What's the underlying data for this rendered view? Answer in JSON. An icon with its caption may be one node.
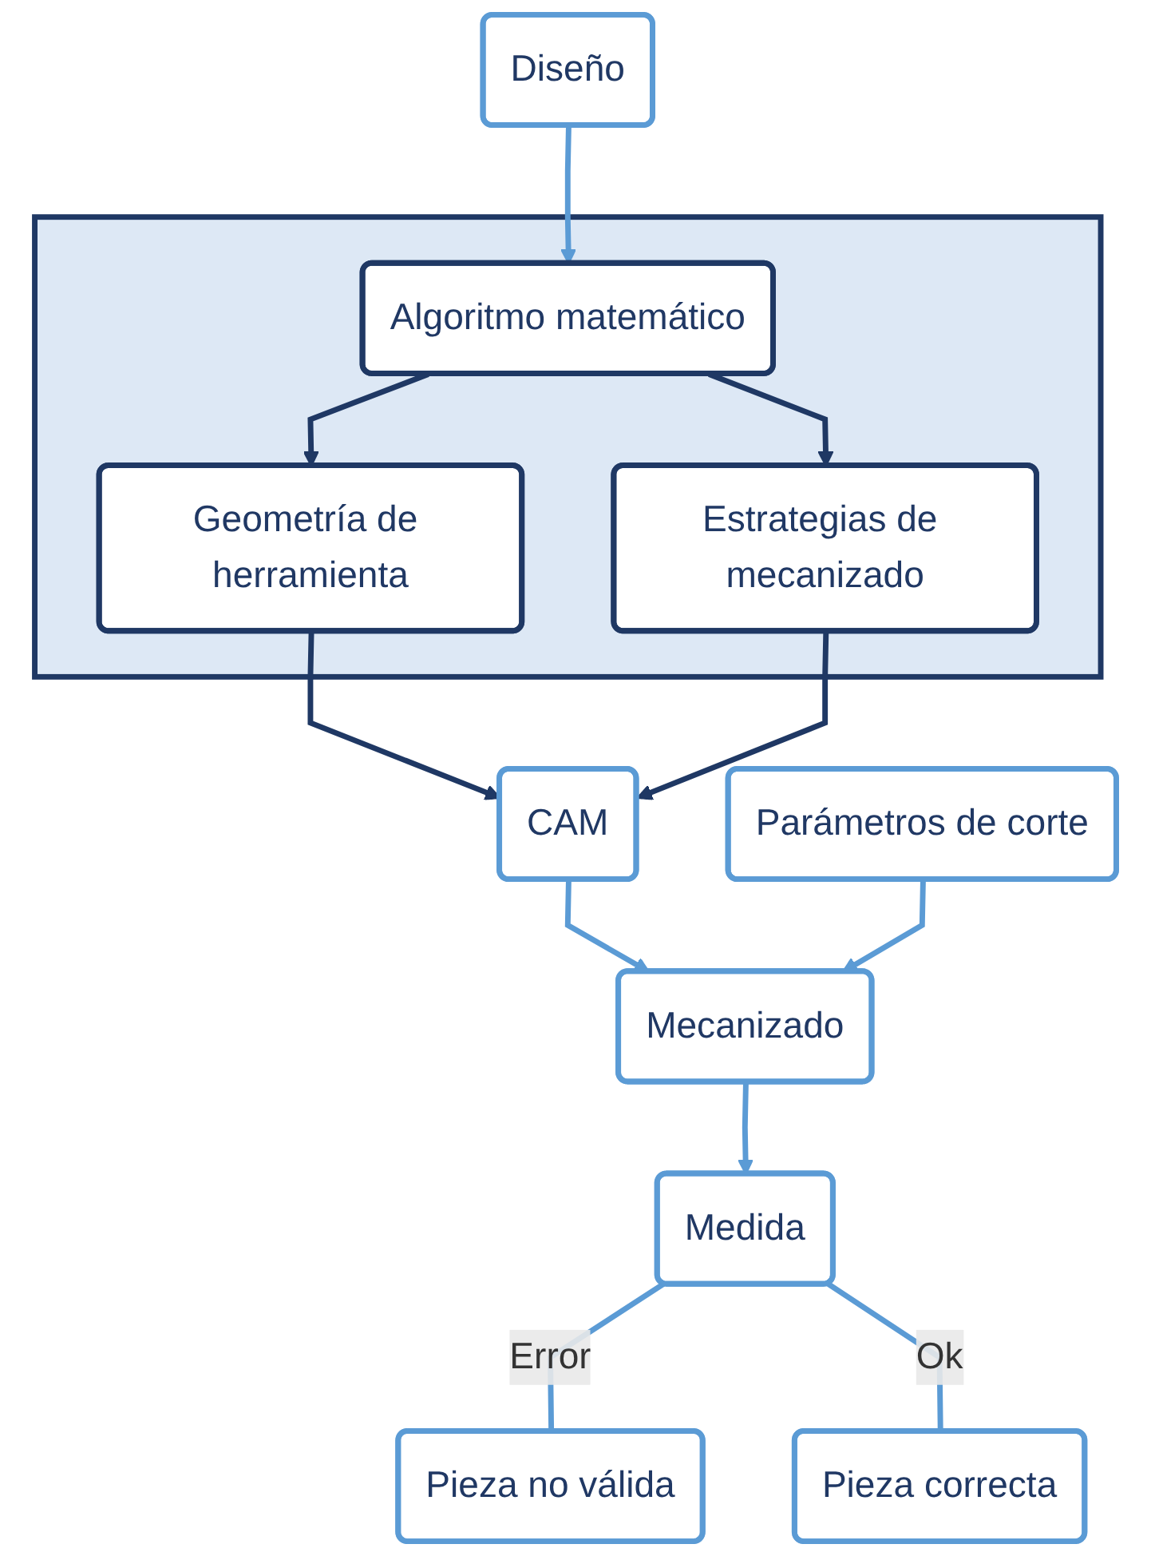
{
  "diagram": {
    "nodes": [
      {
        "text": [
          "Diseño"
        ]
      },
      {
        "text": [],
        "shape": "box"
      },
      {
        "text": [
          "Algoritmo matemático"
        ],
        "in": 1
      },
      {
        "text": [
          "Geometría de herramienta"
        ],
        "in": 1
      },
      {
        "text": [
          "Estrategias de mecanizado"
        ],
        "in": 1
      },
      {
        "text": [
          "CAM"
        ]
      },
      {
        "text": [
          "Parámetros de corte"
        ]
      },
      {
        "text": [
          "Mecanizado"
        ]
      },
      {
        "text": [
          "Medida"
        ]
      },
      {
        "text": [
          "Pieza no válida"
        ]
      },
      {
        "text": [
          "Pieza correcta"
        ]
      }
    ],
    "edges": [
      {
        "from": 0,
        "to": 2,
        "arrow": "to"
      },
      {
        "from": 2,
        "to": 3,
        "arrow": "to",
        "color": "#1f3864"
      },
      {
        "from": 2,
        "to": 4,
        "arrow": "to",
        "color": "#1f3864"
      },
      {
        "from": 3,
        "to": 5,
        "arrow": "to",
        "color": "#1f3864"
      },
      {
        "from": 4,
        "to": 5,
        "arrow": "to",
        "color": "#1f3864"
      },
      {
        "from": 5,
        "to": 7,
        "arrow": "to"
      },
      {
        "from": 6,
        "to": 7,
        "arrow": "to"
      },
      {
        "from": 7,
        "to": 8,
        "arrow": "to"
      },
      {
        "from": 8,
        "to": 9,
        "arrow": "none",
        "label": "Error"
      },
      {
        "from": 8,
        "to": 10,
        "arrow": "none",
        "label": "Ok"
      }
    ]
  }
}
